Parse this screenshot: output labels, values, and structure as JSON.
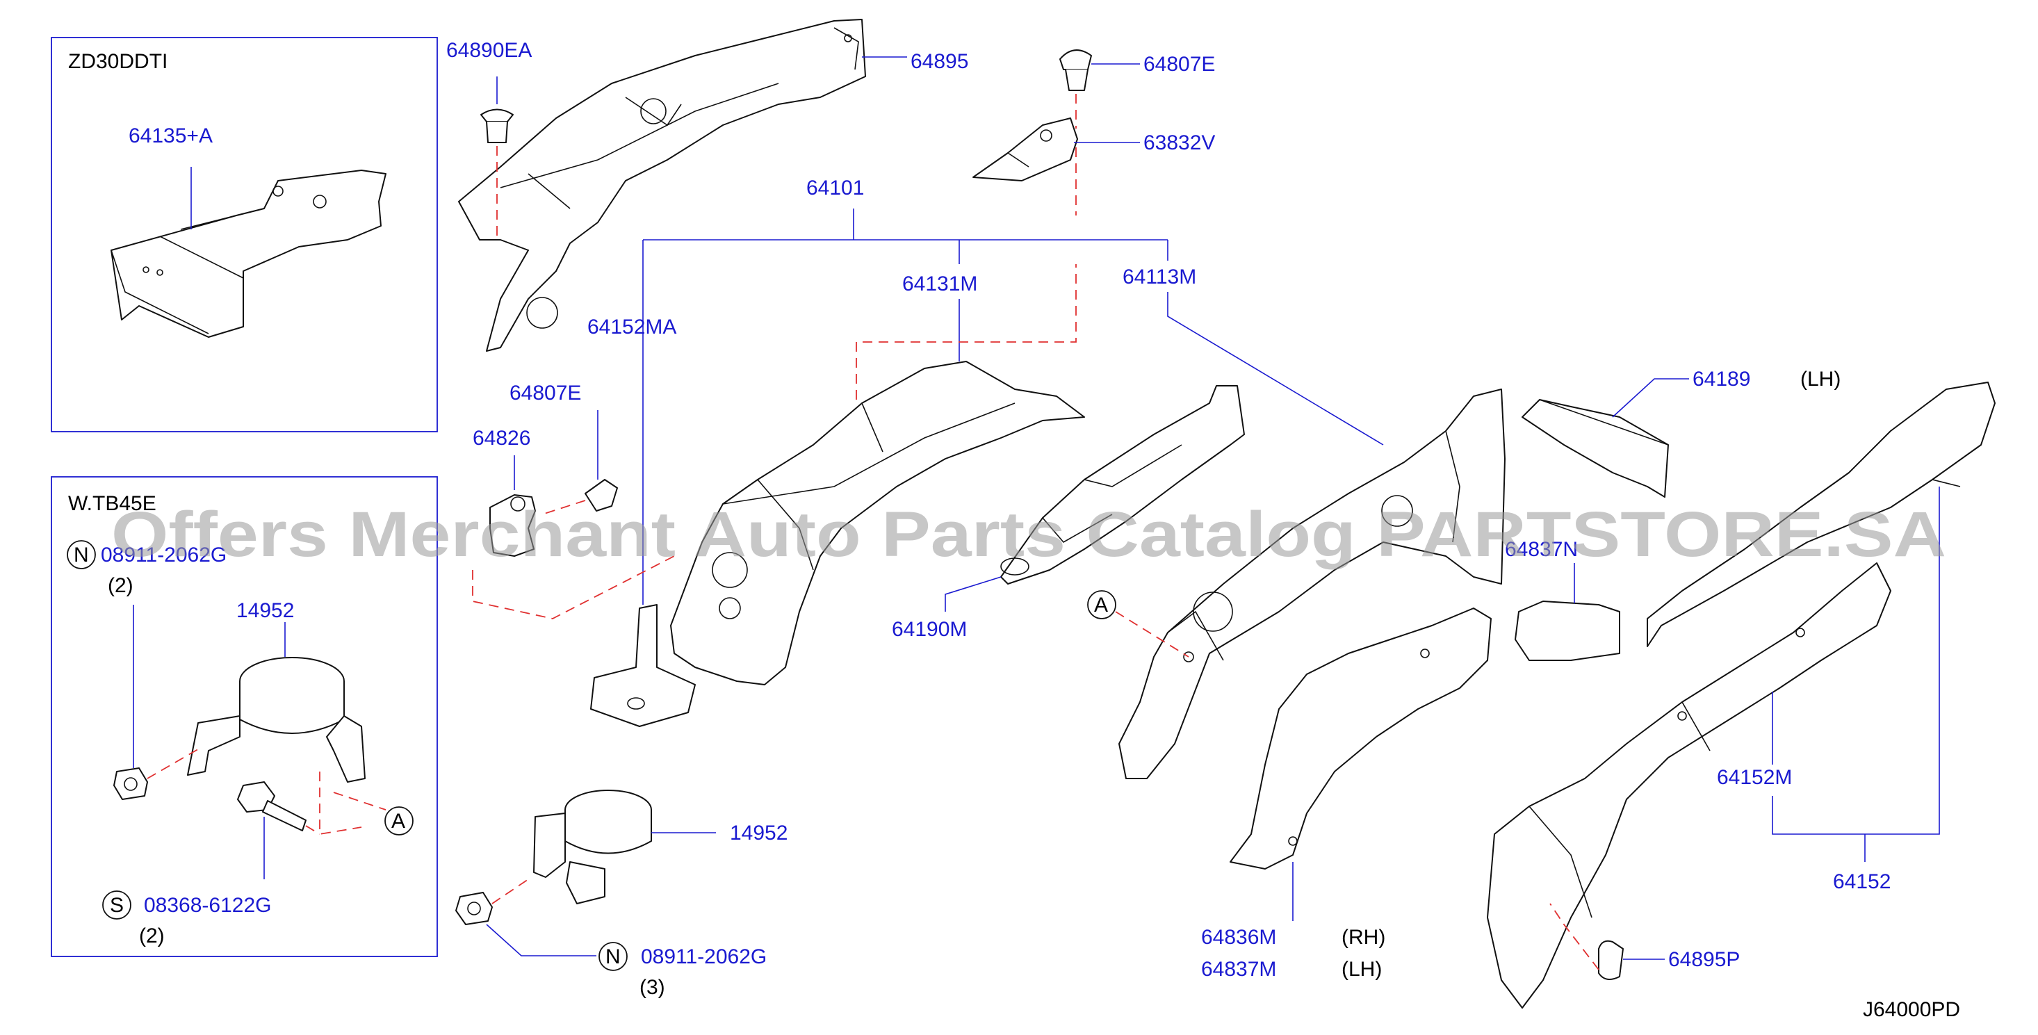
{
  "boxes": {
    "engine_label": "ZD30DDTI",
    "trans_label": "W.TB45E"
  },
  "part_numbers": {
    "p64135A": "64135+A",
    "p64890EA": "64890EA",
    "p64895": "64895",
    "p64807E_top": "64807E",
    "p63832V": "63832V",
    "p64101": "64101",
    "p64131M": "64131M",
    "p64113M": "64113M",
    "p64152MA": "64152MA",
    "p64807E_mid": "64807E",
    "p64826": "64826",
    "p64189": "64189",
    "p64190M": "64190M",
    "p64837N": "64837N",
    "p14952_box": "14952",
    "p14952_main": "14952",
    "p08911_box": "08911-2062G",
    "p08368": "08368-6122G",
    "p08911_main": "08911-2062G",
    "p64152M": "64152M",
    "p64152": "64152",
    "p64836M": "64836M",
    "p64837M": "64837M",
    "p64895P": "64895P"
  },
  "qualifiers": {
    "lh_64189": "(LH)",
    "rh_64836M": "(RH)",
    "lh_64837M": "(LH)",
    "qty_box_n": "(2)",
    "qty_s": "(2)",
    "qty_main_n": "(3)"
  },
  "callouts": {
    "n_box": "N",
    "s_box": "S",
    "n_main": "N",
    "a_box": "A",
    "a_main": "A"
  },
  "diagram_code": "J64000PD",
  "watermark": "Offers Merchant Auto Parts Catalog PARTSTORE.SA",
  "colors": {
    "part_number": "#1a1ad0",
    "leader_line": "#1a1ad0",
    "dashed_line": "#e03030",
    "outline": "#111111",
    "watermark": "#9a9a9a"
  }
}
